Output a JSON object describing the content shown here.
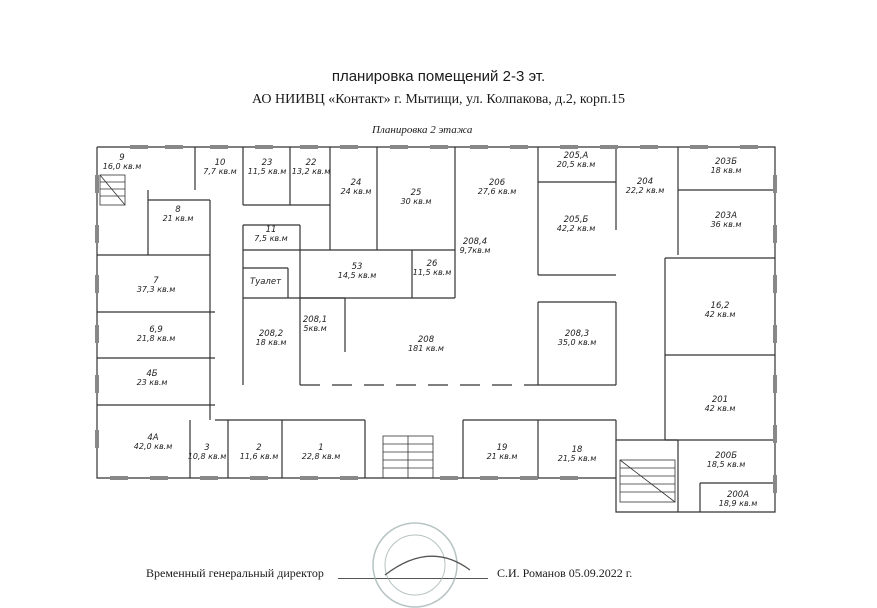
{
  "header": {
    "line1": "планировка помещений 2-3 эт.",
    "line2": "АО НИИВЦ «Контакт»  г. Мытищи, ул. Колпакова, д.2, корп.15"
  },
  "plan": {
    "caption": "Планировка 2 этажа",
    "rooms": [
      {
        "id": "9",
        "area": "16,0 кв.м"
      },
      {
        "id": "10",
        "area": "7,7 кв.м"
      },
      {
        "id": "23",
        "area": "11,5 кв.м"
      },
      {
        "id": "22",
        "area": "13,2 кв.м"
      },
      {
        "id": "24",
        "area": "24 кв.м"
      },
      {
        "id": "25",
        "area": "30 кв.м"
      },
      {
        "id": "206",
        "area": "27,6 кв.м"
      },
      {
        "id": "205,А",
        "area": "20,5 кв.м"
      },
      {
        "id": "204",
        "area": "22,2 кв.м"
      },
      {
        "id": "203Б",
        "area": "18 кв.м"
      },
      {
        "id": "8",
        "area": "21 кв.м"
      },
      {
        "id": "11",
        "area": "7,5 кв.м"
      },
      {
        "id": "205,Б",
        "area": "42,2 кв.м"
      },
      {
        "id": "203А",
        "area": "36 кв.м"
      },
      {
        "id": "208,4",
        "area": "9,7кв.м"
      },
      {
        "id": "53",
        "area": "14,5 кв.м"
      },
      {
        "id": "26",
        "area": "11,5 кв.м"
      },
      {
        "id": "7",
        "area": "37,3 кв.м"
      },
      {
        "id": "208,1",
        "area": "5кв.м"
      },
      {
        "id": "6,9",
        "area": "21,8 кв.м"
      },
      {
        "id": "208,2",
        "area": "18 кв.м"
      },
      {
        "id": "208",
        "area": "181 кв.м"
      },
      {
        "id": "208,3",
        "area": "35,0 кв.м"
      },
      {
        "id": "16,2",
        "area": "42 кв.м"
      },
      {
        "id": "4Б",
        "area": "23 кв.м"
      },
      {
        "id": "201",
        "area": "42 кв.м"
      },
      {
        "id": "4А",
        "area": "42,0 кв.м"
      },
      {
        "id": "3",
        "area": "10,8 кв.м"
      },
      {
        "id": "2",
        "area": "11,6 кв.м"
      },
      {
        "id": "1",
        "area": "22,8 кв.м"
      },
      {
        "id": "19",
        "area": "21 кв.м"
      },
      {
        "id": "18",
        "area": "21,5 кв.м"
      },
      {
        "id": "200Б",
        "area": "18,5 кв.м"
      },
      {
        "id": "200А",
        "area": "18,9 кв.м"
      }
    ],
    "toilet_label": "Туалет"
  },
  "signature": {
    "left": "Временный генеральный директор",
    "right": "С.И. Романов 05.09.2022 г."
  }
}
